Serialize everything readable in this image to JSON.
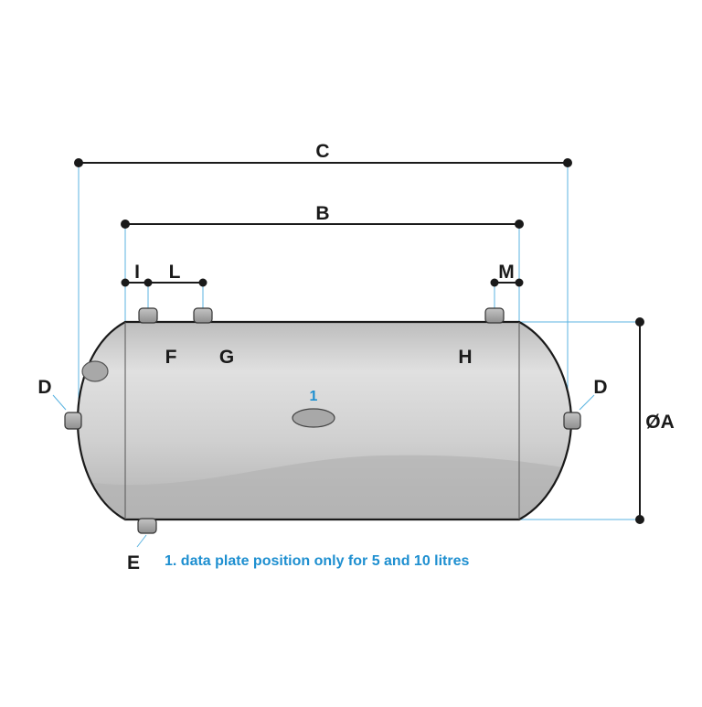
{
  "diagram": {
    "dimensions": {
      "overall_length": "C",
      "shell_length": "B",
      "offset_i": "I",
      "spacing_l": "L",
      "offset_m": "M",
      "diameter": "ØA"
    },
    "connections": {
      "end_left": "D",
      "end_right": "D",
      "bottom": "E",
      "top_f": "F",
      "top_g": "G",
      "top_h": "H"
    },
    "data_plate_marker": "1",
    "note": "1. data plate position only for 5 and 10 litres"
  },
  "colors": {
    "tank_body": "#d2d2d2",
    "tank_shade": "#b4b4b4",
    "outline": "#1a1a1a",
    "leader": "#5bb3e0",
    "accent": "#1e8fd0",
    "fitting": "#a0a0a0"
  }
}
